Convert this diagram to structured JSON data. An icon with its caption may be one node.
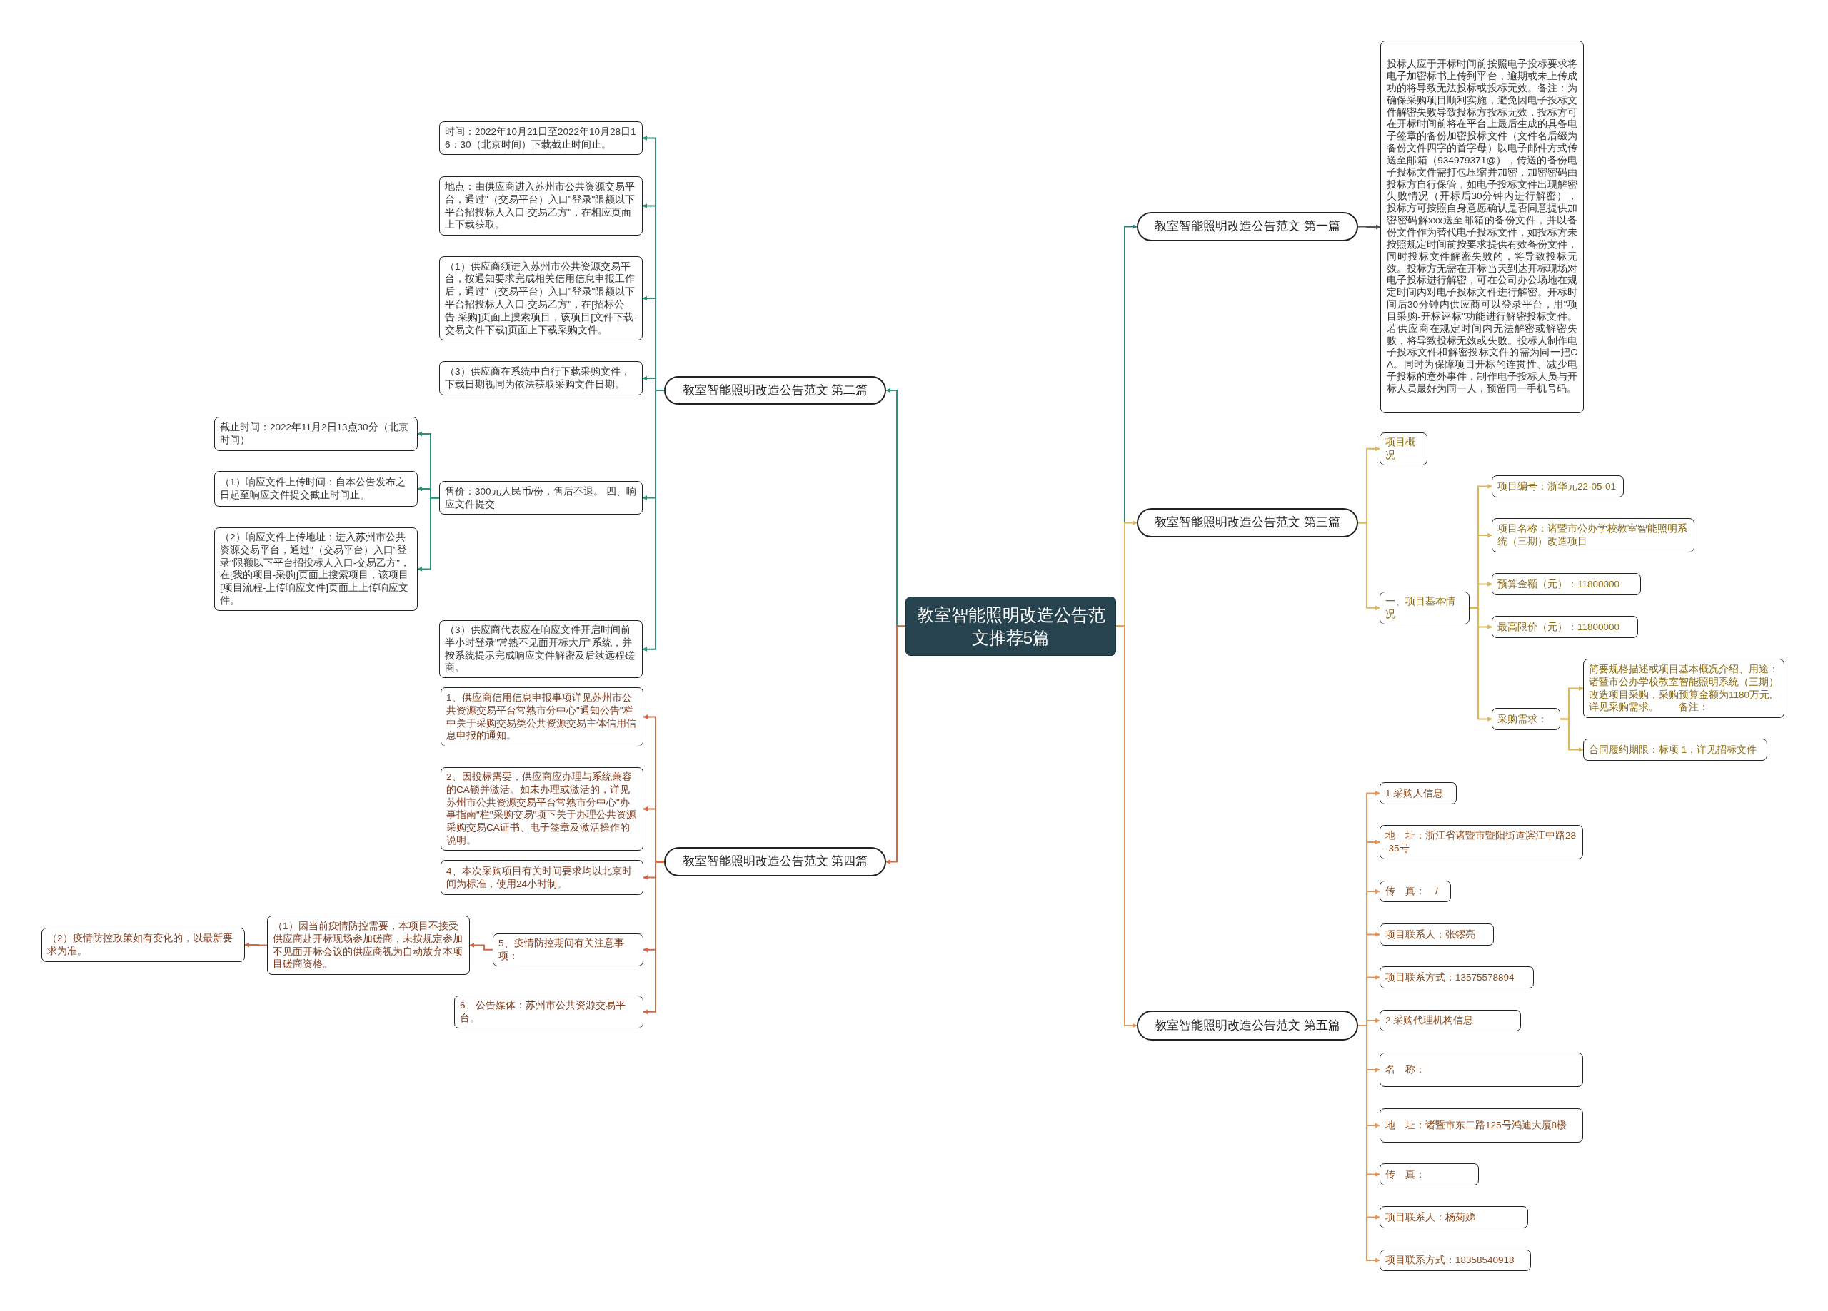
{
  "diagram": {
    "nodes": [
      {
        "text": [
          "教室智能照明改造公告范文推荐5篇"
        ]
      },
      {
        "text": [
          "教室智能照明改造公告范文 第二篇"
        ]
      },
      {
        "text": [
          "时间：2022年10月21日至2022年10月28日16：30（北京时间）下载截止时间止。"
        ]
      },
      {
        "text": [
          "地点：由供应商进入苏州市公共资源交易平台，通过\"（交易平台）入口\"登录\"限额以下平台招投标人入口-交易乙方\"，在相应页面上下载获取。"
        ]
      },
      {
        "text": [
          "（1）供应商须进入苏州市公共资源交易平台，按通知要求完成相关信用信息申报工作后，通过\"（交易平台）入口\"登录\"限额以下平台招投标人入口-交易乙方\"，在[招标公告-采购]页面上搜索项目，该项目[文件下载-交易文件下载]页面上下载采购文件。"
        ]
      },
      {
        "text": [
          "（3）供应商在系统中自行下载采购文件，下载日期视同为依法获取采购文件日期。"
        ]
      },
      {
        "text": [
          "售价：300元人民币/份，售后不退。 四、响应文件提交"
        ]
      },
      {
        "text": [
          "截止时间：2022年11月2日13点30分（北京时间）"
        ]
      },
      {
        "text": [
          "（1）响应文件上传时间：自本公告发布之日起至响应文件提交截止时间止。"
        ]
      },
      {
        "text": [
          "（2）响应文件上传地址：进入苏州市公共资源交易平台，通过\"（交易平台）入口\"登录\"限额以下平台招投标人入口-交易乙方\"，在[我的项目-采购]页面上搜索项目，该项目[项目流程-上传响应文件]页面上上传响应文件。"
        ]
      },
      {
        "text": [
          "（3）供应商代表应在响应文件开启时间前半小时登录\"常熟不见面开标大厅\"系统，并按系统提示完成响应文件解密及后续远程磋商。"
        ]
      },
      {
        "text": [
          "教室智能照明改造公告范文 第四篇"
        ]
      },
      {
        "text": [
          "1、供应商信用信息申报事项详见苏州市公共资源交易平台常熟市分中心\"通知公告\"栏中关于采购交易类公共资源交易主体信用信息申报的通知。"
        ]
      },
      {
        "text": [
          "2、因投标需要，供应商应办理与系统兼容的CA锁并激活。如未办理或激活的，详见苏州市公共资源交易平台常熟市分中心\"办事指南\"栏\"采购交易\"项下关于办理公共资源采购交易CA证书、电子签章及激活操作的说明。"
        ]
      },
      {
        "text": [
          "4、本次采购项目有关时间要求均以北京时间为标准，使用24小时制。"
        ]
      },
      {
        "text": [
          "5、疫情防控期间有关注意事项："
        ]
      },
      {
        "text": [
          "（1）因当前疫情防控需要，本项目不接受供应商赴开标现场参加磋商，未按规定参加不见面开标会议的供应商视为自动放弃本项目磋商资格。"
        ]
      },
      {
        "text": [
          "（2）疫情防控政策如有变化的，以最新要求为准。"
        ]
      },
      {
        "text": [
          "6、公告媒体：苏州市公共资源交易平台。"
        ]
      },
      {
        "text": [
          "教室智能照明改造公告范文 第一篇"
        ]
      },
      {
        "text": [
          "投标人应于开标时间前按照电子投标要求将电子加密标书上传到平台，逾期或未上传成功的将导致无法投标或投标无效。备注：为确保采购项目顺利实施，避免因电子投标文件解密失败导致投标方投标无效，投标方可在开标时间前将在平台上最后生成的具备电子签章的备份加密投标文件（文件名后缀为备份文件四字的首字母）以电子邮件方式传送至邮箱（934979371@），传送的备份电子投标文件需打包压缩并加密，加密密码由投标方自行保管，如电子投标文件出现解密失败情况（开标后30分钟内进行解密），投标方可按照自身意愿确认是否同意提供加密密码解xxx送至邮箱的备份文件，并以备份文件作为替代电子投标文件，如投标方未按照规定时间前按要求提供有效备份文件，同时投标文件解密失败的，将导致投标无效。投标方无需在开标当天到达开标现场对电子投标进行解密，可在公司办公场地在规定时间内对电子投标文件进行解密。开标时间后30分钟内供应商可以登录平台，用\"项目采购-开标评标\"功能进行解密投标文件。若供应商在规定时间内无法解密或解密失败，将导致投标无效或失败。投标人制作电子投标文件和解密投标文件的需为同一把CA。同时为保障项目开标的连贯性、减少电子投标的意外事件，制作电子投标人员与开标人员最好为同一人，预留同一手机号码。"
        ]
      },
      {
        "text": [
          "教室智能照明改造公告范文 第三篇"
        ]
      },
      {
        "text": [
          "项目概况"
        ]
      },
      {
        "text": [
          "一、项目基本情况"
        ]
      },
      {
        "text": [
          "项目编号：浙华元22-05-01"
        ]
      },
      {
        "text": [
          "项目名称：诸暨市公办学校教室智能照明系统（三期）改造项目"
        ]
      },
      {
        "text": [
          "预算金额（元）：11800000"
        ]
      },
      {
        "text": [
          "最高限价（元）：11800000"
        ]
      },
      {
        "text": [
          "采购需求："
        ]
      },
      {
        "text": [
          "简要规格描述或项目基本概况介绍、用途：诸暨市公办学校教室智能照明系统（三期）改造项目采购，采购预算金额为1180万元,详见采购需求。　　备注："
        ]
      },
      {
        "text": [
          "合同履约期限：标项 1，详见招标文件"
        ]
      },
      {
        "text": [
          "教室智能照明改造公告范文 第五篇"
        ]
      },
      {
        "text": [
          "1.采购人信息"
        ]
      },
      {
        "text": [
          "地　址：浙江省诸暨市暨阳街道滨江中路28-35号"
        ]
      },
      {
        "text": [
          "传　真：　/"
        ]
      },
      {
        "text": [
          "项目联系人：张镠亮"
        ]
      },
      {
        "text": [
          "项目联系方式：13575578894"
        ]
      },
      {
        "text": [
          "2.采购代理机构信息"
        ]
      },
      {
        "text": [
          "名　称："
        ]
      },
      {
        "text": [
          "地　址：诸暨市东二路125号鸿迪大厦8楼"
        ]
      },
      {
        "text": [
          "传　真："
        ]
      },
      {
        "text": [
          "项目联系人：杨菊娣"
        ]
      },
      {
        "text": [
          "项目联系方式：18358540918"
        ]
      }
    ],
    "edges": [
      {
        "from": 0,
        "to": 1,
        "arrow": "to",
        "color": "#2f8f78"
      },
      {
        "from": 0,
        "to": 11,
        "arrow": "to",
        "color": "#cf6a45"
      },
      {
        "from": 0,
        "to": 19,
        "arrow": "to",
        "color": "#2f7f7a"
      },
      {
        "from": 0,
        "to": 21,
        "arrow": "to",
        "color": "#dcb65c"
      },
      {
        "from": 0,
        "to": 31,
        "arrow": "to"
      },
      {
        "from": 1,
        "to": 2,
        "arrow": "to",
        "color": "#2f8f78"
      },
      {
        "from": 1,
        "to": 3,
        "arrow": "to",
        "color": "#2f8f78"
      },
      {
        "from": 1,
        "to": 4,
        "arrow": "to",
        "color": "#2f8f78"
      },
      {
        "from": 1,
        "to": 5,
        "arrow": "to",
        "color": "#2f8f78"
      },
      {
        "from": 1,
        "to": 6,
        "arrow": "to",
        "color": "#2f8f78"
      },
      {
        "from": 1,
        "to": 10,
        "arrow": "to",
        "color": "#2f8f78"
      },
      {
        "from": 6,
        "to": 7,
        "arrow": "to",
        "color": "#2f8f78"
      },
      {
        "from": 6,
        "to": 8,
        "arrow": "to",
        "color": "#2f8f78"
      },
      {
        "from": 6,
        "to": 9,
        "arrow": "to",
        "color": "#2f8f78"
      },
      {
        "from": 11,
        "to": 12,
        "arrow": "to",
        "color": "#cf6a45"
      },
      {
        "from": 11,
        "to": 13,
        "arrow": "to",
        "color": "#cf6a45"
      },
      {
        "from": 11,
        "to": 14,
        "arrow": "to",
        "color": "#cf6a45"
      },
      {
        "from": 11,
        "to": 15,
        "arrow": "to",
        "color": "#cf6a45"
      },
      {
        "from": 11,
        "to": 18,
        "arrow": "to",
        "color": "#cf6a45"
      },
      {
        "from": 15,
        "to": 16,
        "arrow": "to",
        "color": "#cf6a45"
      },
      {
        "from": 16,
        "to": 17,
        "arrow": "to",
        "color": "#cf6a45"
      },
      {
        "from": 19,
        "to": 20,
        "arrow": "to",
        "color": "#555555"
      },
      {
        "from": 21,
        "to": 22,
        "arrow": "to",
        "color": "#dcb65c"
      },
      {
        "from": 21,
        "to": 23,
        "arrow": "to",
        "color": "#dcb65c"
      },
      {
        "from": 23,
        "to": 24,
        "arrow": "to",
        "color": "#dcb65c"
      },
      {
        "from": 23,
        "to": 25,
        "arrow": "to",
        "color": "#dcb65c"
      },
      {
        "from": 23,
        "to": 26,
        "arrow": "to",
        "color": "#dcb65c"
      },
      {
        "from": 23,
        "to": 27,
        "arrow": "to",
        "color": "#dcb65c"
      },
      {
        "from": 23,
        "to": 28,
        "arrow": "to",
        "color": "#dcb65c"
      },
      {
        "from": 28,
        "to": 29,
        "arrow": "to",
        "color": "#dcb65c"
      },
      {
        "from": 28,
        "to": 30,
        "arrow": "to",
        "color": "#dcb65c"
      },
      {
        "from": 31,
        "to": 32,
        "arrow": "to"
      },
      {
        "from": 31,
        "to": 33,
        "arrow": "to"
      },
      {
        "from": 31,
        "to": 34,
        "arrow": "to"
      },
      {
        "from": 31,
        "to": 35,
        "arrow": "to"
      },
      {
        "from": 31,
        "to": 36,
        "arrow": "to"
      },
      {
        "from": 31,
        "to": 37,
        "arrow": "to"
      },
      {
        "from": 31,
        "to": 38,
        "arrow": "to"
      },
      {
        "from": 31,
        "to": 39,
        "arrow": "to"
      },
      {
        "from": 31,
        "to": 40,
        "arrow": "to"
      },
      {
        "from": 31,
        "to": 41,
        "arrow": "to"
      },
      {
        "from": 31,
        "to": 42,
        "arrow": "to"
      }
    ]
  }
}
